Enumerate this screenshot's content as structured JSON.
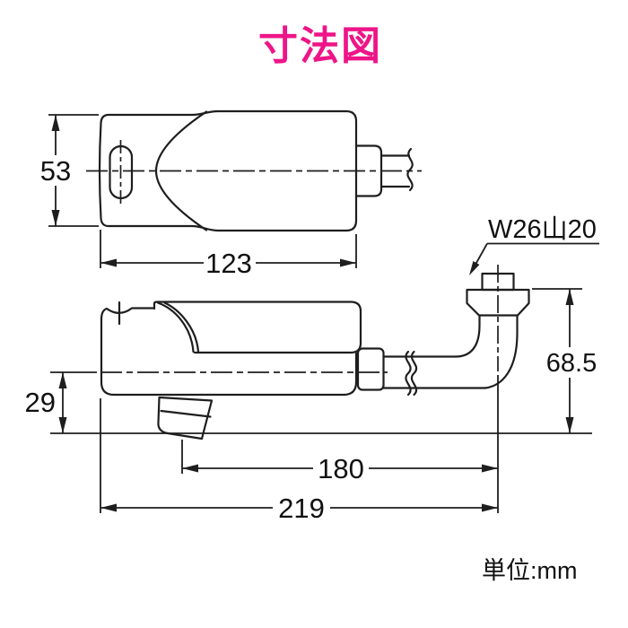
{
  "title": "寸法図",
  "unit_label": "単位:mm",
  "colors": {
    "title": "#ee1588",
    "line": "#1e1e1e"
  },
  "top_view": {
    "height_mm": "53",
    "length_mm": "123"
  },
  "side_view": {
    "outlet_drop_mm": "29",
    "reach_mm": "180",
    "overall_length_mm": "219",
    "inlet_height_mm": "68.5",
    "thread_label": "W26山20"
  }
}
